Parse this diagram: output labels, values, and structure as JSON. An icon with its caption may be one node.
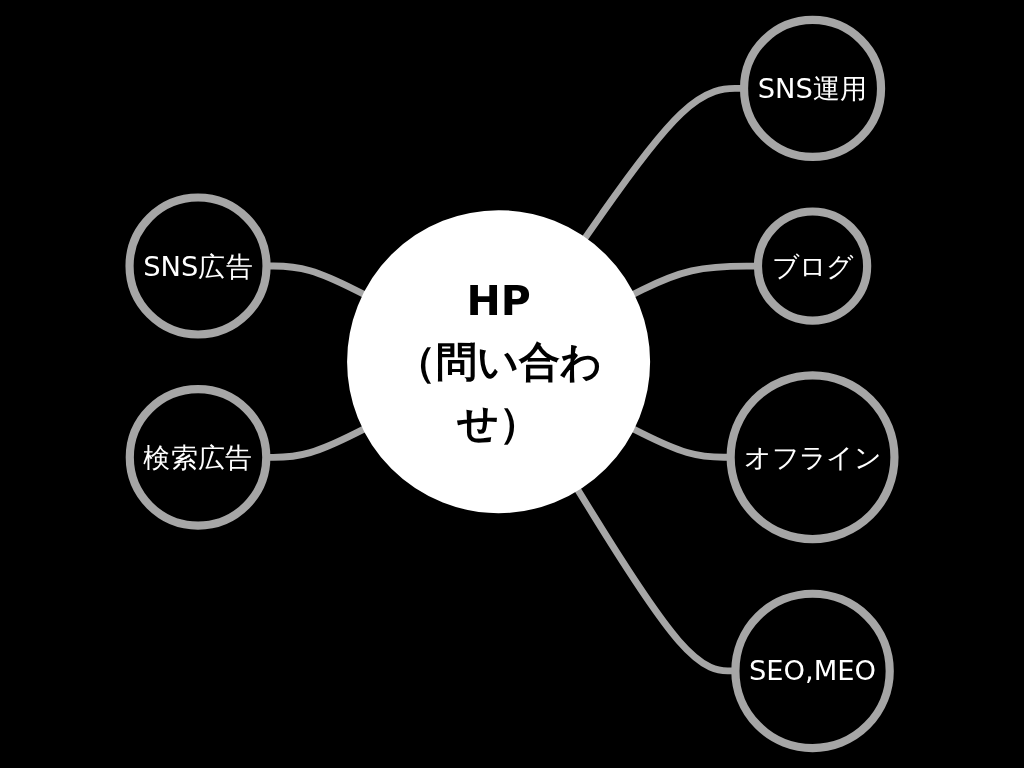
{
  "diagram": {
    "nodes": [
      {
        "text": [
          "SNS運用"
        ]
      },
      {
        "text": [
          "SNS広告"
        ]
      },
      {
        "text": [
          "ブログ"
        ]
      },
      {
        "text": [
          "HP",
          "（問い合わせ）"
        ]
      },
      {
        "text": [
          "検索広告"
        ]
      },
      {
        "text": [
          "オフライン"
        ]
      },
      {
        "text": [
          "SEO,MEO"
        ]
      }
    ],
    "edges": [
      {
        "from": 1,
        "to": 3,
        "arrow": "none"
      },
      {
        "from": 4,
        "to": 3,
        "arrow": "none"
      },
      {
        "from": 3,
        "to": 0,
        "arrow": "none"
      },
      {
        "from": 3,
        "to": 2,
        "arrow": "none"
      },
      {
        "from": 3,
        "to": 5,
        "arrow": "none"
      },
      {
        "from": 3,
        "to": 6,
        "arrow": "none"
      }
    ]
  }
}
